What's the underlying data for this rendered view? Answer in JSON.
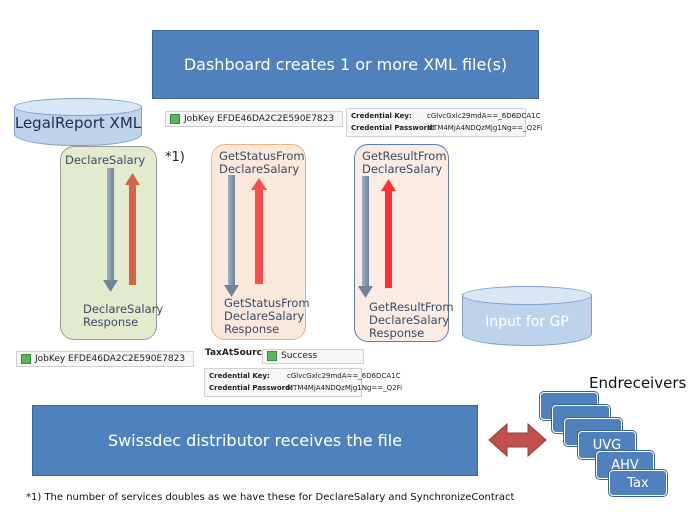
{
  "top_box": {
    "label": "Dashboard creates 1 or more XML file(s)"
  },
  "legal_report": {
    "label": "LegalReport XML"
  },
  "footnote_marker": "*1)",
  "jobkey_top": {
    "label": "JobKey EFDE46DA2C2E590E7823"
  },
  "credentials_top": {
    "key_label": "Credential Key:",
    "key_value": "cGlvcGxlc29mdA==_6D6DCA1C",
    "password_label": "Credential Password:",
    "password_value": "MTM4MjA4NDQzMjg1Ng==_Q2Fi"
  },
  "lane1": {
    "top_label": "DeclareSalary",
    "bottom_label_1": "DeclareSalary",
    "bottom_label_2": "Response"
  },
  "lane2": {
    "top_label_1": "GetStatusFrom",
    "top_label_2": "DeclareSalary",
    "bottom_label_1": "GetStatusFrom",
    "bottom_label_2": "DeclareSalary",
    "bottom_label_3": "Response"
  },
  "lane3": {
    "top_label_1": "GetResultFrom",
    "top_label_2": "DeclareSalary",
    "bottom_label_1": "GetResultFrom",
    "bottom_label_2": "DeclareSalary",
    "bottom_label_3": "Response"
  },
  "input_gp": {
    "label": "Input for GP"
  },
  "jobkey_bottom": {
    "label": "JobKey EFDE46DA2C2E590E7823"
  },
  "tax_at_source": {
    "title": "TaxAtSource",
    "status": "Success",
    "key_label": "Credential Key:",
    "key_value": "cGlvcGxlc29mdA==_6D6DCA1C",
    "password_label": "Credential Password:",
    "password_value": "MTM4MjA4NDQzMjg1Ng==_Q2Fi"
  },
  "distributor": {
    "label": "Swissdec distributor receives the file"
  },
  "endreceivers": {
    "title": "Endreceivers",
    "items": [
      "UVG",
      "AHV",
      "Tax"
    ]
  },
  "footnote": "*1) The number of services doubles as we have these for DeclareSalary and SynchronizeContract",
  "colors": {
    "box_blue": "#4f81bd",
    "arrow_red": "#c0504d",
    "arrow_gray": "#8ea0b4"
  }
}
